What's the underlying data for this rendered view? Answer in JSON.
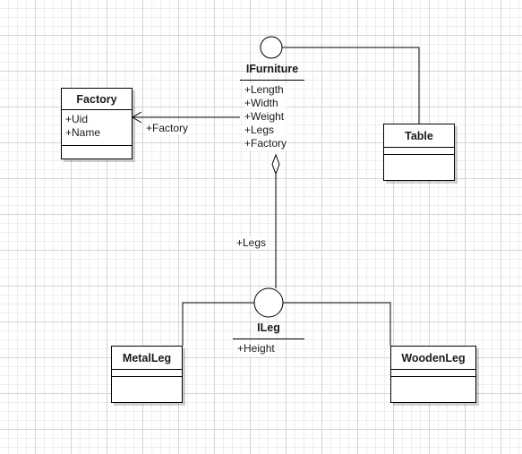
{
  "classes": {
    "factory": {
      "name": "Factory",
      "attributes": [
        "+Uid",
        "+Name"
      ]
    },
    "table": {
      "name": "Table",
      "attributes": []
    },
    "metal_leg": {
      "name": "MetalLeg",
      "attributes": []
    },
    "wooden_leg": {
      "name": "WoodenLeg",
      "attributes": []
    }
  },
  "interfaces": {
    "ifurniture": {
      "name": "IFurniture",
      "attributes": [
        "+Length",
        "+Width",
        "+Weight",
        "+Legs",
        "+Factory"
      ]
    },
    "ileg": {
      "name": "ILeg",
      "attributes": [
        "+Height"
      ]
    }
  },
  "edges": {
    "factory_association": {
      "label": "+Factory"
    },
    "legs_aggregation": {
      "label": "+Legs"
    }
  }
}
